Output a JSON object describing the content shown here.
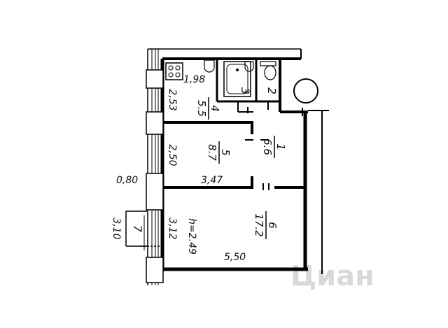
{
  "rooms": [
    {
      "number": "1",
      "area": "6.6"
    },
    {
      "number": "2",
      "area": ""
    },
    {
      "number": "3",
      "area": ""
    },
    {
      "number": "4",
      "area": "5.5"
    },
    {
      "number": "5",
      "area": "8.7"
    },
    {
      "number": "6",
      "area": "17.2"
    },
    {
      "number": "7",
      "area": ""
    }
  ],
  "dimensions": {
    "kitchen_top": "1,98",
    "kitchen_side": "2,53",
    "room5_side": "2,50",
    "room5_bottom": "3,47",
    "window_width": "0,80",
    "room6_side": "3,12",
    "room6_bottom": "5,50",
    "balcony_side": "3,10"
  },
  "ceiling_height": "h=2.49",
  "watermark": "Циан"
}
